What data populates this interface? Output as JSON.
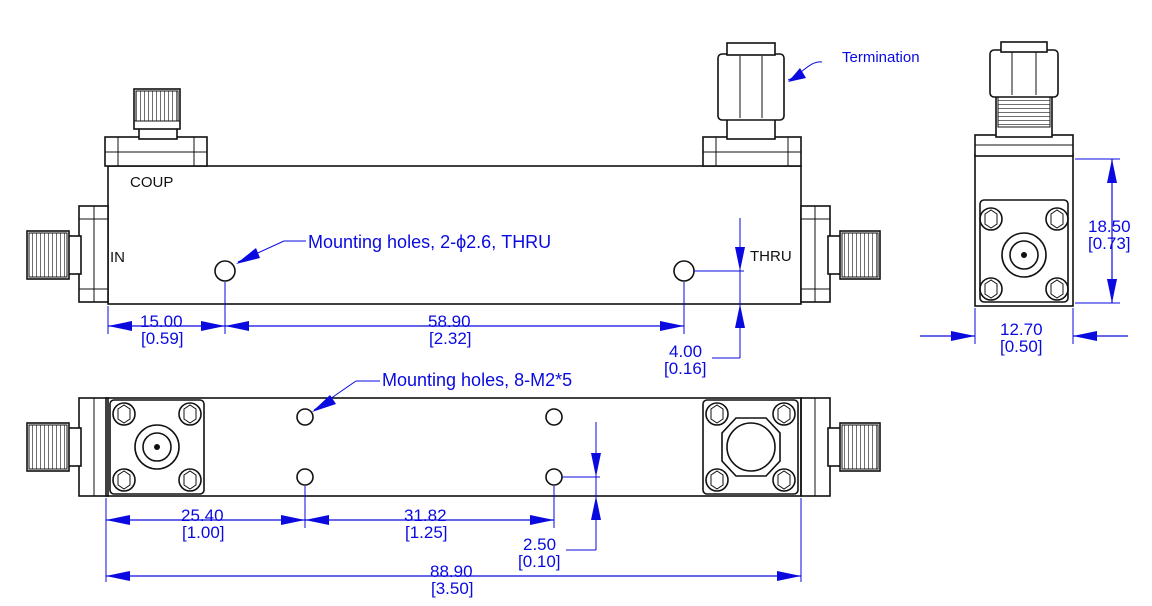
{
  "labels": {
    "coup": "COUP",
    "in": "IN",
    "thru": "THRU",
    "termination": "Termination"
  },
  "notes": {
    "top_holes": "Mounting holes, 2-ϕ2.6, THRU",
    "bottom_holes": "Mounting holes, 8-M2*5"
  },
  "dimensions": {
    "top_left": {
      "mm": "15.00",
      "inch": "[0.59]"
    },
    "top_middle": {
      "mm": "58.90",
      "inch": "[2.32]"
    },
    "top_offset": {
      "mm": "4.00",
      "inch": "[0.16]"
    },
    "side_height": {
      "mm": "18.50",
      "inch": "[0.73]"
    },
    "side_width": {
      "mm": "12.70",
      "inch": "[0.50]"
    },
    "bottom_left": {
      "mm": "25.40",
      "inch": "[1.00]"
    },
    "bottom_middle": {
      "mm": "31.82",
      "inch": "[1.25]"
    },
    "bottom_offset": {
      "mm": "2.50",
      "inch": "[0.10]"
    },
    "overall_length": {
      "mm": "88.90",
      "inch": "[3.50]"
    }
  },
  "colors": {
    "dimension": "#0a0ae0",
    "outline": "#111111"
  }
}
